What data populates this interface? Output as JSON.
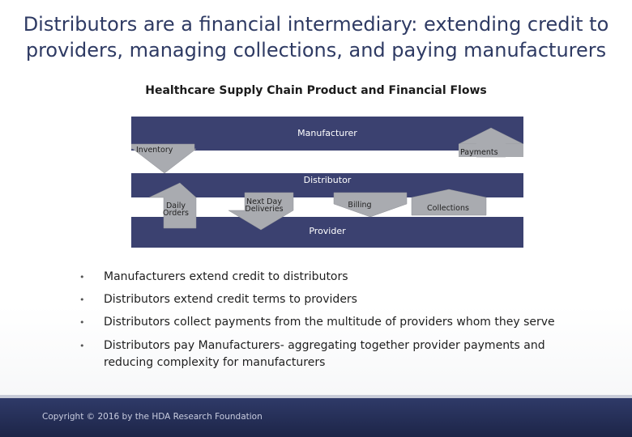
{
  "slide": {
    "title_line1": "Distributors are a financial intermediary: extending credit to",
    "title_line2": "providers, managing collections, and paying manufacturers",
    "subtitle": "Healthcare Supply Chain Product and Financial Flows"
  },
  "diagram": {
    "bands": {
      "manufacturer": "Manufacturer",
      "distributor": "Distributor",
      "provider": "Provider"
    },
    "arrows": {
      "inventory": "Inventory",
      "payments": "Payments",
      "daily_orders_line1": "Daily",
      "daily_orders_line2": "Orders",
      "next_day_line1": "Next Day",
      "next_day_line2": "Deliveries",
      "billing": "Billing",
      "collections": "Collections"
    },
    "colors": {
      "band": "#3b4170",
      "arrow_gray": "#a9abb0",
      "arrow_gray_dark": "#8e9096"
    }
  },
  "bullets": [
    "Manufacturers extend credit to distributors",
    "Distributors extend credit terms to providers",
    "Distributors collect payments from the multitude of providers whom they serve",
    "Distributors pay Manufacturers- aggregating together provider payments and reducing complexity for manufacturers"
  ],
  "footer": {
    "copyright": "Copyright © 2016 by the HDA Research Foundation"
  }
}
